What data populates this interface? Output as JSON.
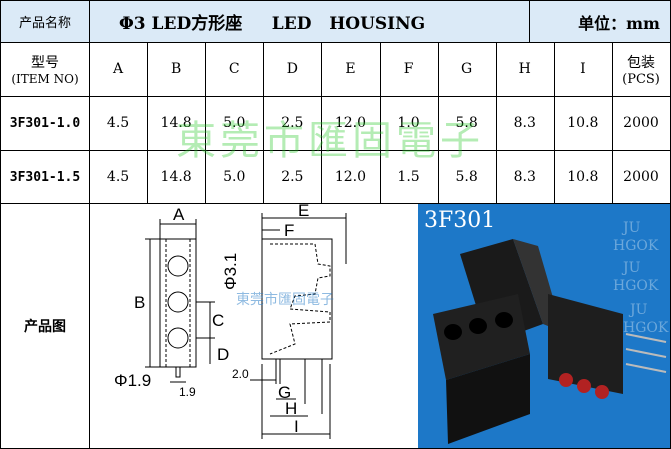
{
  "header": {
    "product_name_label": "产品名称",
    "title": "Φ3 LED方形座     LED   HOUSING",
    "unit": "单位：mm"
  },
  "columns": {
    "model_cn": "型号",
    "model_en": "(ITEM NO)",
    "dims": [
      "A",
      "B",
      "C",
      "D",
      "E",
      "F",
      "G",
      "H",
      "I"
    ],
    "pack_cn": "包装",
    "pack_en": "(PCS)"
  },
  "rows": [
    {
      "item": "3F301-1.0",
      "values": [
        "4.5",
        "14.8",
        "5.0",
        "2.5",
        "12.0",
        "1.0",
        "5.8",
        "8.3",
        "10.8"
      ],
      "pcs": "2000"
    },
    {
      "item": "3F301-1.5",
      "values": [
        "4.5",
        "14.8",
        "5.0",
        "2.5",
        "12.0",
        "1.5",
        "5.8",
        "8.3",
        "10.8"
      ],
      "pcs": "2000"
    }
  ],
  "image_row": {
    "label": "产品图",
    "drawing_labels": {
      "A": "A",
      "B": "B",
      "C": "C",
      "D": "D",
      "E": "E",
      "F": "F",
      "G": "G",
      "H": "H",
      "I": "I",
      "phi31": "Φ3.1",
      "phi19": "Φ1.9",
      "d19": "1.9",
      "d20": "2.0"
    },
    "drawing_watermark": "東莞市匯固電子",
    "photo_title": "3F301",
    "photo_watermarks": [
      "JU",
      "HGOK",
      "JU",
      "HGOK",
      "JU",
      "HGOK"
    ]
  },
  "watermark": "東莞市匯固電子"
}
